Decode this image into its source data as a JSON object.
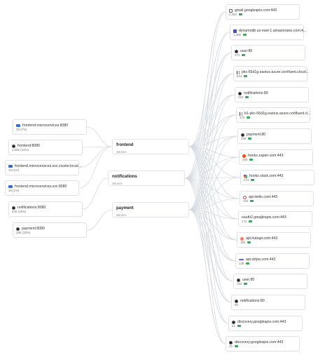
{
  "sources": [
    {
      "name": "frontend.microservices:8080",
      "stat": "25 (7%)",
      "icon": "kubernetes-icon"
    },
    {
      "name": "frontend:8080",
      "stat": "1,390 (41%)",
      "icon": "service-icon"
    },
    {
      "name": "frontend.microservices.svc.cluster.local:...",
      "stat": "33 (1%)",
      "icon": "kubernetes-icon"
    },
    {
      "name": "frontend.microservices.svc:8080",
      "stat": "16 (1%)",
      "icon": "kubernetes-icon"
    },
    {
      "name": "notifications:8080",
      "stat": "540 (16%)",
      "icon": "service-icon"
    },
    {
      "name": "payment:8080",
      "stat": "296 (33%)",
      "icon": "service-icon"
    }
  ],
  "services": [
    {
      "name": "frontend",
      "kind": "Service"
    },
    {
      "name": "notifications",
      "kind": "Service"
    },
    {
      "name": "payment",
      "kind": "Service"
    }
  ],
  "destinations": [
    {
      "name": "gmail.googleapis.com:443",
      "count": "2,480",
      "icon": "gmail-icon"
    },
    {
      "name": "dynamodb.us-east-1.amazonaws.com:4...",
      "count": "1,388",
      "icon": "dynamodb-icon"
    },
    {
      "name": "user:80",
      "count": "371",
      "icon": "service-icon"
    },
    {
      "name": "pkc-56d1g.eastus.azure.confluent.cloud...",
      "count": "514",
      "icon": "kafka-icon"
    },
    {
      "name": "notifications:80",
      "count": "384",
      "icon": "service-icon"
    },
    {
      "name": "b1-pkc-56d1g.eastus.azure.confluent.cl...",
      "count": "372",
      "icon": "kafka-icon"
    },
    {
      "name": "payment:80",
      "count": "290",
      "icon": "service-icon"
    },
    {
      "name": "hooks.zapier.com:443",
      "count": "258",
      "icon": "zapier-icon"
    },
    {
      "name": "hooks.slack.com:443",
      "count": "273",
      "icon": "slack-icon"
    },
    {
      "name": "api.twilio.com:443",
      "count": "192",
      "icon": "twilio-icon"
    },
    {
      "name": "oauth2.googleapis.com:443",
      "count": "172",
      "icon": "google-icon"
    },
    {
      "name": "api.hubapi.com:443",
      "count": "184",
      "icon": "hubspot-icon"
    },
    {
      "name": "api.stripe.com:443",
      "count": "138",
      "icon": "stripe-icon"
    },
    {
      "name": "user:80",
      "count": "103",
      "icon": "service-icon"
    },
    {
      "name": "notifications:80",
      "count": "96",
      "icon": "service-icon"
    },
    {
      "name": "discovery.googleapis.com:443",
      "count": "61",
      "icon": "google-icon"
    },
    {
      "name": "discovery.googleapis.com:443",
      "count": "46",
      "icon": "google-icon"
    }
  ]
}
